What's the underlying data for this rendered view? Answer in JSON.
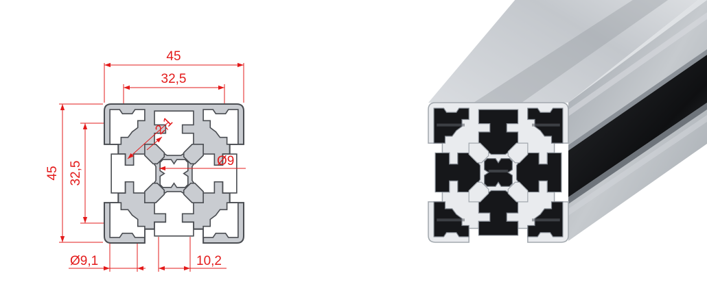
{
  "colors": {
    "dimension": "#e31b1b",
    "profile_fill": "#c9ccd1",
    "profile_stroke": "#4a4d52",
    "metal_light": "#e6e8eb",
    "metal_mid": "#b4b9bf",
    "metal_dark": "#7f858c",
    "cavity": "#1b1c1f"
  },
  "drawing": {
    "dimensions": {
      "overall_width": "45",
      "groove_spacing_width": "32,5",
      "overall_height": "45",
      "groove_spacing_height": "32,5",
      "wall_thickness": "2,1",
      "center_bore": "Ø9",
      "slot_diameter": "Ø9,1",
      "slot_width": "10,2"
    }
  }
}
